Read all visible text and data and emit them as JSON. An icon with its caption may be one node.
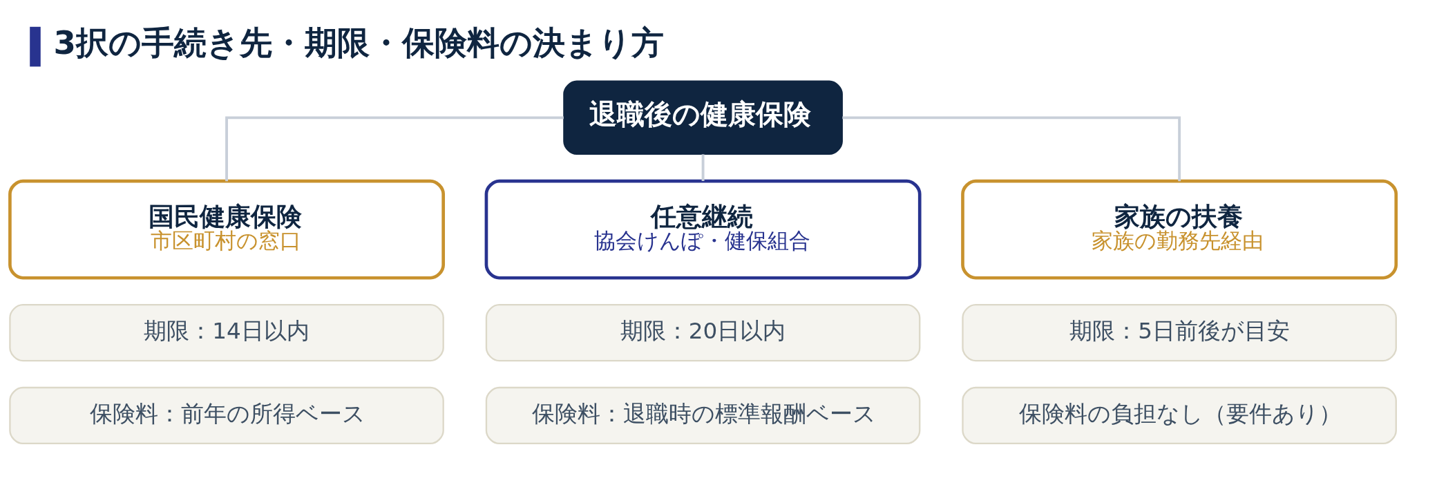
{
  "diagram": {
    "title": "3択の手続き先・期限・保険料の決まり方",
    "nodes": [
      {
        "text": [
          "退職後の健康保険"
        ]
      },
      {
        "text": [
          "国民健康保険",
          "市区町村の窓口"
        ]
      },
      {
        "text": [
          "任意継続",
          "協会けんぽ・健保組合"
        ]
      },
      {
        "text": [
          "家族の扶養",
          "家族の勤務先経由"
        ]
      },
      {
        "text": [
          "期限：14日以内"
        ]
      },
      {
        "text": [
          "期限：20日以内"
        ]
      },
      {
        "text": [
          "期限：5日前後が目安"
        ]
      },
      {
        "text": [
          "保険料：前年の所得ベース"
        ]
      },
      {
        "text": [
          "保険料：退職時の標準報酬ベース"
        ]
      },
      {
        "text": [
          "保険料の負担なし（要件あり）"
        ]
      }
    ],
    "edges": [
      {
        "from": 0,
        "to": 1,
        "arrow": "none"
      },
      {
        "from": 0,
        "to": 2,
        "arrow": "none"
      },
      {
        "from": 0,
        "to": 3,
        "arrow": "none"
      }
    ]
  }
}
